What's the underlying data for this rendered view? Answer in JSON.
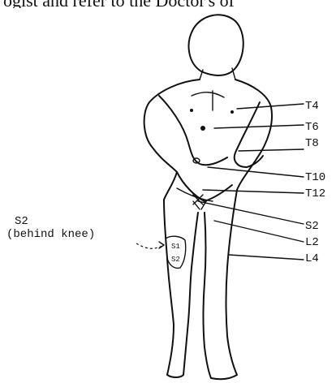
{
  "header": {
    "top_text": "ogist and refer to the Doctor's of"
  },
  "diagram": {
    "labels": {
      "t4": "T4",
      "t6": "T6",
      "t8": "T8",
      "t10": "T10",
      "t12": "T12",
      "s2": "S2",
      "l2": "L2",
      "l4": "L4",
      "s2_note_line1": "S2",
      "s2_note_line2": "(behind knee)"
    },
    "knee_marks": {
      "s1": "S1",
      "s2": "S2"
    }
  }
}
